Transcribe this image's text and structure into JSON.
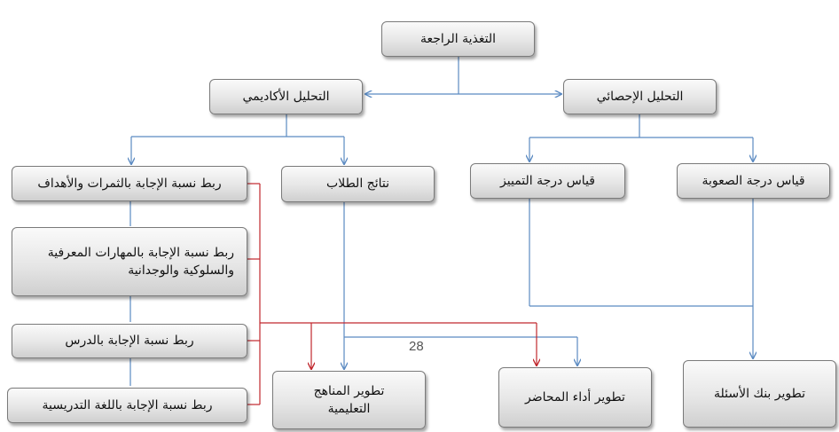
{
  "nodes": {
    "feedback": "التغذية الراجعة",
    "academic_analysis": "التحليل الأكاديمي",
    "statistical_analysis": "التحليل الإحصائي",
    "link_outcomes_goals": "ربط نسبة الإجابة بالثمرات والأهداف",
    "student_results": "نتائج الطلاب",
    "discrimination_index": "قياس درجة التمييز",
    "difficulty_index": "قياس درجة الصعوبة",
    "link_skills": "ربط نسبة الإجابة بالمهارات المعرفية والسلوكية والوجدانية",
    "link_lesson": "ربط نسبة الإجابة بالدرس",
    "link_language": "ربط نسبة الإجابة باللغة التدريسية",
    "curriculum_development": "تطوير المناهج التعليمية",
    "lecturer_development": "تطوير أداء المحاضر",
    "question_bank_development": "تطوير بنك الأسئلة"
  },
  "page_number": "28",
  "colors": {
    "blue_connector": "#5b8ac2",
    "red_connector": "#c0272d",
    "box_border": "#7a7a7a"
  }
}
